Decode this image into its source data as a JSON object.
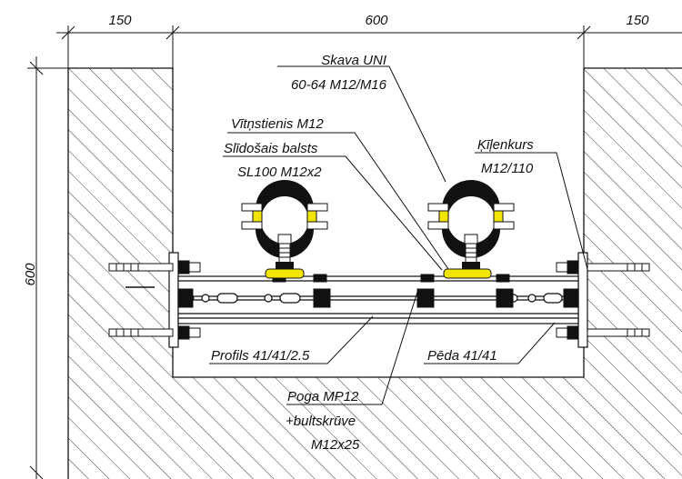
{
  "dimensions": {
    "left_width": "150",
    "middle_width": "600",
    "right_width": "150",
    "height": "600"
  },
  "labels": {
    "clamp_line1": "Skava UNI",
    "clamp_line2": "60-64 M12/M16",
    "threaded_rod": "Vītņstienis M12",
    "slider_line1": "Slīdošais balsts",
    "slider_line2": "SL100 M12x2",
    "wedge_anchor_line1": "Ķīļenkurs",
    "wedge_anchor_line2": "M12/110",
    "profile": "Profils 41/41/2.5",
    "foot": "Pēda 41/41",
    "bolt_line1": "Poga MP12",
    "bolt_line2": "+bultskrūve",
    "bolt_line3": "M12x25"
  },
  "colors": {
    "line": "#111111",
    "accent_yellow": "#f2e600"
  }
}
